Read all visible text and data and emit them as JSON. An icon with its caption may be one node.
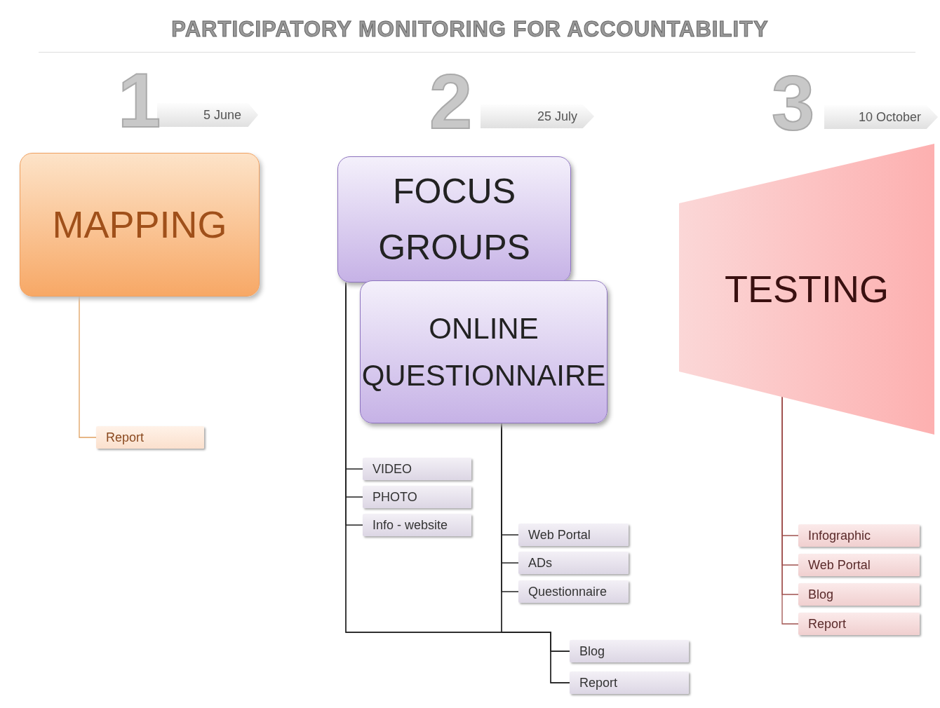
{
  "diagram": {
    "title": "PARTICIPATORY MONITORING FOR ACCOUNTABILITY",
    "nodes": [
      {
        "text": [
          "5 June"
        ],
        "beside": [
          "1"
        ]
      },
      {
        "text": [
          "25 July"
        ],
        "beside": [
          "2"
        ]
      },
      {
        "text": [
          "10 October"
        ],
        "beside": [
          "3"
        ]
      },
      {
        "text": [
          "MAPPING"
        ]
      },
      {
        "text": [
          "Report"
        ]
      },
      {
        "text": [
          "FOCUS GROUPS"
        ]
      },
      {
        "text": [
          "ONLINE QUESTIONNAIRE"
        ]
      },
      {
        "text": [
          "VIDEO"
        ]
      },
      {
        "text": [
          "PHOTO"
        ]
      },
      {
        "text": [
          "Info - website"
        ]
      },
      {
        "text": [
          "Web Portal"
        ]
      },
      {
        "text": [
          "ADs"
        ]
      },
      {
        "text": [
          "Questionnaire"
        ]
      },
      {
        "text": [
          "Blog"
        ]
      },
      {
        "text": [
          "Report"
        ]
      },
      {
        "text": [
          "TESTING"
        ]
      },
      {
        "text": [
          "Infographic"
        ]
      },
      {
        "text": [
          "Web Portal"
        ]
      },
      {
        "text": [
          "Blog"
        ]
      },
      {
        "text": [
          "Report"
        ]
      }
    ],
    "edges": [
      {
        "from": 3,
        "to": 4,
        "arrow": "none",
        "color": "#e0a060"
      },
      {
        "from": 5,
        "to": 7,
        "arrow": "none"
      },
      {
        "from": 5,
        "to": 8,
        "arrow": "none"
      },
      {
        "from": 5,
        "to": 9,
        "arrow": "none"
      },
      {
        "from": 5,
        "to": 13,
        "arrow": "none"
      },
      {
        "from": 5,
        "to": 14,
        "arrow": "none"
      },
      {
        "from": 6,
        "to": 10,
        "arrow": "none"
      },
      {
        "from": 6,
        "to": 11,
        "arrow": "none"
      },
      {
        "from": 6,
        "to": 12,
        "arrow": "none"
      },
      {
        "from": 6,
        "to": 13,
        "arrow": "none"
      },
      {
        "from": 6,
        "to": 14,
        "arrow": "none"
      },
      {
        "from": 15,
        "to": 16,
        "arrow": "none",
        "color": "#a0524f"
      },
      {
        "from": 15,
        "to": 17,
        "arrow": "none",
        "color": "#a0524f"
      },
      {
        "from": 15,
        "to": 18,
        "arrow": "none",
        "color": "#a0524f"
      },
      {
        "from": 15,
        "to": 19,
        "arrow": "none",
        "color": "#a0524f"
      }
    ]
  }
}
